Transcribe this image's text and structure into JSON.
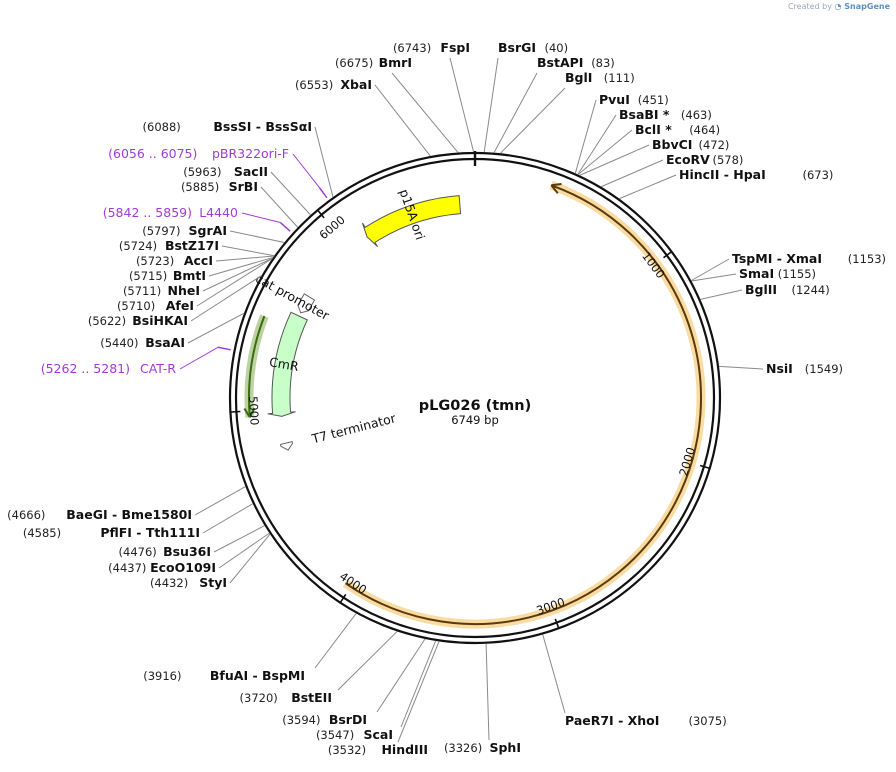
{
  "credit": {
    "prefix": "Created by",
    "brand": "SnapGene"
  },
  "plasmid": {
    "name": "pLG026 (tmn)",
    "size_label": "6749 bp",
    "length": 6749
  },
  "ticks": [
    {
      "pos": 1000,
      "label": "1000"
    },
    {
      "pos": 2000,
      "label": "2000"
    },
    {
      "pos": 3000,
      "label": "3000"
    },
    {
      "pos": 4000,
      "label": "4000"
    },
    {
      "pos": 5000,
      "label": "5000"
    },
    {
      "pos": 6000,
      "label": "6000"
    }
  ],
  "features": [
    {
      "name": "p15A ori",
      "start": 6115,
      "end": 6665,
      "direction": "reverse",
      "color": "#ffff00",
      "label_inside": true
    },
    {
      "name": "cat promoter",
      "start": 5550,
      "end": 5650,
      "direction": "reverse",
      "color": "#ffffff",
      "label_inside": false
    },
    {
      "name": "CmR",
      "start": 4960,
      "end": 5530,
      "direction": "reverse",
      "color": "#c8ffc8",
      "label_inside": true
    },
    {
      "name": "T7 terminator",
      "start": 4770,
      "end": 4810,
      "direction": "reverse",
      "color": "#ffffff",
      "label_inside": false
    }
  ],
  "outer_arcs": [
    {
      "start": 370,
      "end": 4030,
      "direction": "forward",
      "color": "#f5b031"
    },
    {
      "start": 4970,
      "end": 5460,
      "direction": "forward",
      "color": "#6b9e2e"
    }
  ],
  "primers": [
    {
      "pos": 6065,
      "range": "(6056 .. 6075)",
      "name": "pBR322ori-F",
      "color": "#a23bd6"
    },
    {
      "pos": 5850,
      "range": "(5842 .. 5859)",
      "name": "L4440",
      "color": "#a23bd6"
    },
    {
      "pos": 5271,
      "range": "(5262 .. 5281)",
      "name": "CAT-R",
      "color": "#a23bd6"
    }
  ],
  "enzymes": [
    {
      "pos": 6743,
      "num": "(6743)",
      "name": "FspI"
    },
    {
      "pos": 40,
      "num": "(40)",
      "name": "BsrGI"
    },
    {
      "pos": 6675,
      "num": "(6675)",
      "name": "BmrI"
    },
    {
      "pos": 83,
      "num": "(83)",
      "name": "BstAPI"
    },
    {
      "pos": 111,
      "num": "(111)",
      "name": "BglI"
    },
    {
      "pos": 6553,
      "num": "(6553)",
      "name": "XbaI"
    },
    {
      "pos": 451,
      "num": "(451)",
      "name": "PvuI"
    },
    {
      "pos": 463,
      "num": "(463)",
      "name": "BsaBI *"
    },
    {
      "pos": 464,
      "num": "(464)",
      "name": "BclI *"
    },
    {
      "pos": 472,
      "num": "(472)",
      "name": "BbvCI"
    },
    {
      "pos": 578,
      "num": "(578)",
      "name": "EcoRV"
    },
    {
      "pos": 673,
      "num": "(673)",
      "name": "HincII  -  HpaI"
    },
    {
      "pos": 6088,
      "num": "(6088)",
      "name": "BssSI  -  BssSαI"
    },
    {
      "pos": 5963,
      "num": "(5963)",
      "name": "SacII"
    },
    {
      "pos": 5885,
      "num": "(5885)",
      "name": "SrBI"
    },
    {
      "pos": 5797,
      "num": "(5797)",
      "name": "SgrAI"
    },
    {
      "pos": 5724,
      "num": "(5724)",
      "name": "BstZ17I"
    },
    {
      "pos": 5723,
      "num": "(5723)",
      "name": "AccI"
    },
    {
      "pos": 5715,
      "num": "(5715)",
      "name": "BmtI"
    },
    {
      "pos": 5711,
      "num": "(5711)",
      "name": "NheI"
    },
    {
      "pos": 5710,
      "num": "(5710)",
      "name": "AfeI"
    },
    {
      "pos": 5622,
      "num": "(5622)",
      "name": "BsiHKAI"
    },
    {
      "pos": 5440,
      "num": "(5440)",
      "name": "BsaAI"
    },
    {
      "pos": 1153,
      "num": "(1153)",
      "name": "TspMI  -  XmaI"
    },
    {
      "pos": 1155,
      "num": "(1155)",
      "name": "SmaI"
    },
    {
      "pos": 1244,
      "num": "(1244)",
      "name": "BglII"
    },
    {
      "pos": 1549,
      "num": "(1549)",
      "name": "NsiI"
    },
    {
      "pos": 4666,
      "num": "(4666)",
      "name": "BaeGI  -  Bme1580I"
    },
    {
      "pos": 4585,
      "num": "(4585)",
      "name": "PflFI  -  Tth111I"
    },
    {
      "pos": 4476,
      "num": "(4476)",
      "name": "Bsu36I"
    },
    {
      "pos": 4437,
      "num": "(4437)",
      "name": "EcoO109I"
    },
    {
      "pos": 4432,
      "num": "(4432)",
      "name": "StyI"
    },
    {
      "pos": 3916,
      "num": "(3916)",
      "name": "BfuAI  -  BspMI"
    },
    {
      "pos": 3720,
      "num": "(3720)",
      "name": "BstEII"
    },
    {
      "pos": 3594,
      "num": "(3594)",
      "name": "BsrDI"
    },
    {
      "pos": 3547,
      "num": "(3547)",
      "name": "ScaI"
    },
    {
      "pos": 3532,
      "num": "(3532)",
      "name": "HindIII"
    },
    {
      "pos": 3326,
      "num": "(3326)",
      "name": "SphI"
    },
    {
      "pos": 3075,
      "num": "(3075)",
      "name": "PaeR7I  -  XhoI"
    }
  ]
}
